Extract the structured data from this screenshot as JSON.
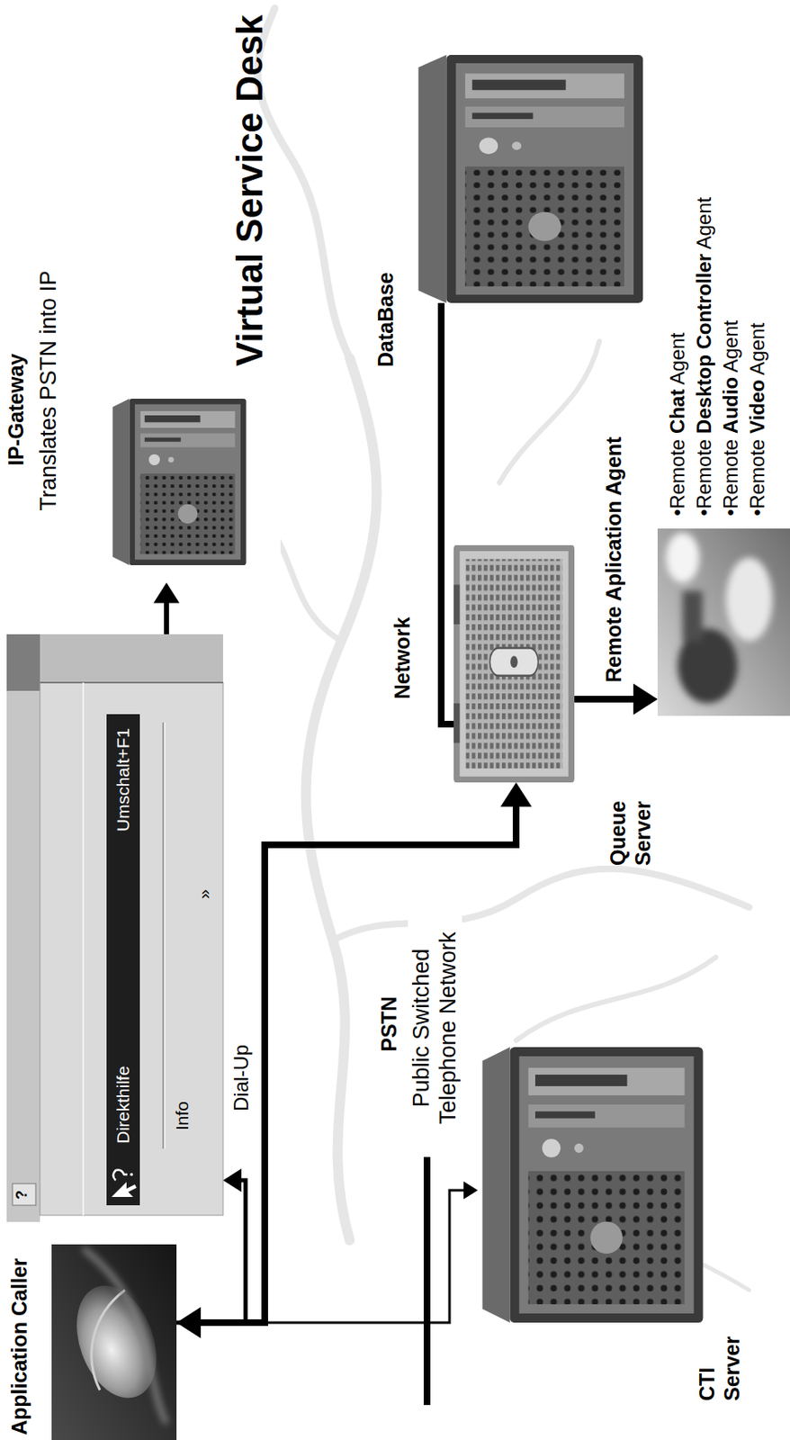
{
  "diagram": {
    "title": "Virtual Service Desk",
    "nodes": [
      {
        "text": [
          "Application Caller"
        ]
      },
      {
        "text": [
          "?",
          "Direkthilfe",
          "Umschalt+F1",
          "Info",
          "»"
        ]
      },
      {
        "text": [
          "IP-Gateway",
          "Translates PSTN into IP"
        ]
      },
      {
        "text": [
          "CTI Server"
        ]
      },
      {
        "text": [
          "Queue Server"
        ]
      },
      {
        "text": [
          "DataBase"
        ]
      },
      {
        "text": [
          "Remote Aplication Agent"
        ]
      }
    ],
    "edges": [
      {
        "from": 0,
        "to": 1,
        "label": "Dial-Up",
        "arrow": "to"
      },
      {
        "from": 1,
        "to": 2,
        "arrow": "to"
      },
      {
        "from": 0,
        "to": 3,
        "arrow": "to"
      },
      {
        "from": 0,
        "to": 4,
        "arrow": "both"
      },
      {
        "from": 4,
        "to": 5,
        "arrow": "none"
      },
      {
        "from": 4,
        "to": 6,
        "arrow": "to"
      }
    ],
    "labels": [
      "PSTN",
      "Public Switched Telephone Network",
      "Network",
      "•Remote Chat Agent",
      "•Remote Desktop Controller Agent",
      "•Remote Audio Agent",
      "•Remote Video Agent"
    ]
  }
}
